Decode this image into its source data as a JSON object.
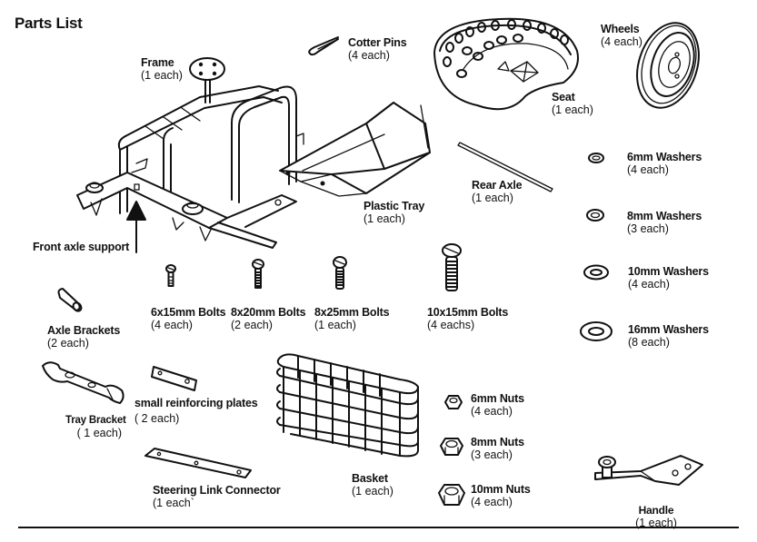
{
  "title": "Parts List",
  "parts": {
    "frame": {
      "name": "Frame",
      "qty": "(1 each)"
    },
    "cotter_pins": {
      "name": "Cotter Pins",
      "qty": "(4 each)"
    },
    "seat": {
      "name": "Seat",
      "qty": "(1 each)"
    },
    "wheels": {
      "name": "Wheels",
      "qty": "(4 each)"
    },
    "plastic_tray": {
      "name": "Plastic Tray",
      "qty": "(1 each)"
    },
    "rear_axle": {
      "name": "Rear Axle",
      "qty": "(1 each)"
    },
    "front_axle_support": {
      "name": "Front axle support"
    },
    "washers_6mm": {
      "name": "6mm Washers",
      "qty": "(4 each)"
    },
    "washers_8mm": {
      "name": "8mm Washers",
      "qty": "(3 each)"
    },
    "washers_10mm": {
      "name": "10mm Washers",
      "qty": "(4 each)"
    },
    "washers_16mm": {
      "name": "16mm Washers",
      "qty": "(8 each)"
    },
    "axle_brackets": {
      "name": "Axle Brackets",
      "qty": "(2 each)"
    },
    "bolts_6x15": {
      "name": "6x15mm Bolts",
      "qty": "(4 each)"
    },
    "bolts_8x20": {
      "name": "8x20mm Bolts",
      "qty": "(2 each)"
    },
    "bolts_8x25": {
      "name": "8x25mm Bolts",
      "qty": "(1 each)"
    },
    "bolts_10x15": {
      "name": "10x15mm Bolts",
      "qty": "(4 eachs)"
    },
    "tray_bracket": {
      "name": "Tray Bracket",
      "qty": "( 1 each)"
    },
    "reinforcing_plates": {
      "name": "small reinforcing plates",
      "qty": "( 2 each)"
    },
    "steering_link": {
      "name": "Steering Link Connector",
      "qty": "(1 each`"
    },
    "basket": {
      "name": "Basket",
      "qty": "(1 each)"
    },
    "nuts_6mm": {
      "name": "6mm Nuts",
      "qty": "(4 each)"
    },
    "nuts_8mm": {
      "name": "8mm Nuts",
      "qty": "(3 each)"
    },
    "nuts_10mm": {
      "name": "10mm Nuts",
      "qty": "(4 each)"
    },
    "handle": {
      "name": "Handle",
      "qty": "(1 each)"
    }
  }
}
